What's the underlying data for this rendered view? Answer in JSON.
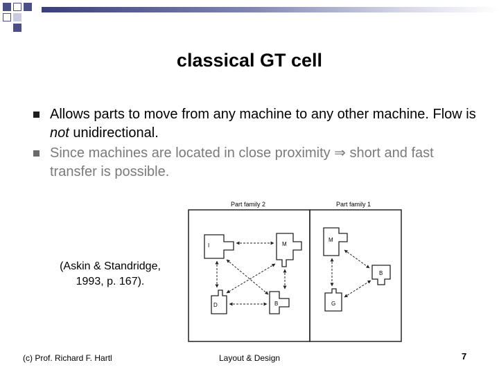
{
  "slide": {
    "title": "classical GT cell",
    "bullets": [
      {
        "text_before": "Allows parts to move from any machine to any other machine. Flow is ",
        "emphasis": "not",
        "text_after": " unidirectional."
      },
      {
        "text": "Since machines are located in close proximity ⇒ short and fast transfer is possible."
      }
    ],
    "citation": "(Askin & Standridge, 1993, p. 167).",
    "figure": {
      "family_labels": [
        "Part family 2",
        "Part family 1"
      ],
      "machine_labels": [
        "I",
        "M",
        "D",
        "B",
        "M",
        "B",
        "G"
      ]
    },
    "footer": {
      "author": "(c) Prof. Richard F. Hartl",
      "course": "Layout & Design",
      "page": "7"
    }
  }
}
